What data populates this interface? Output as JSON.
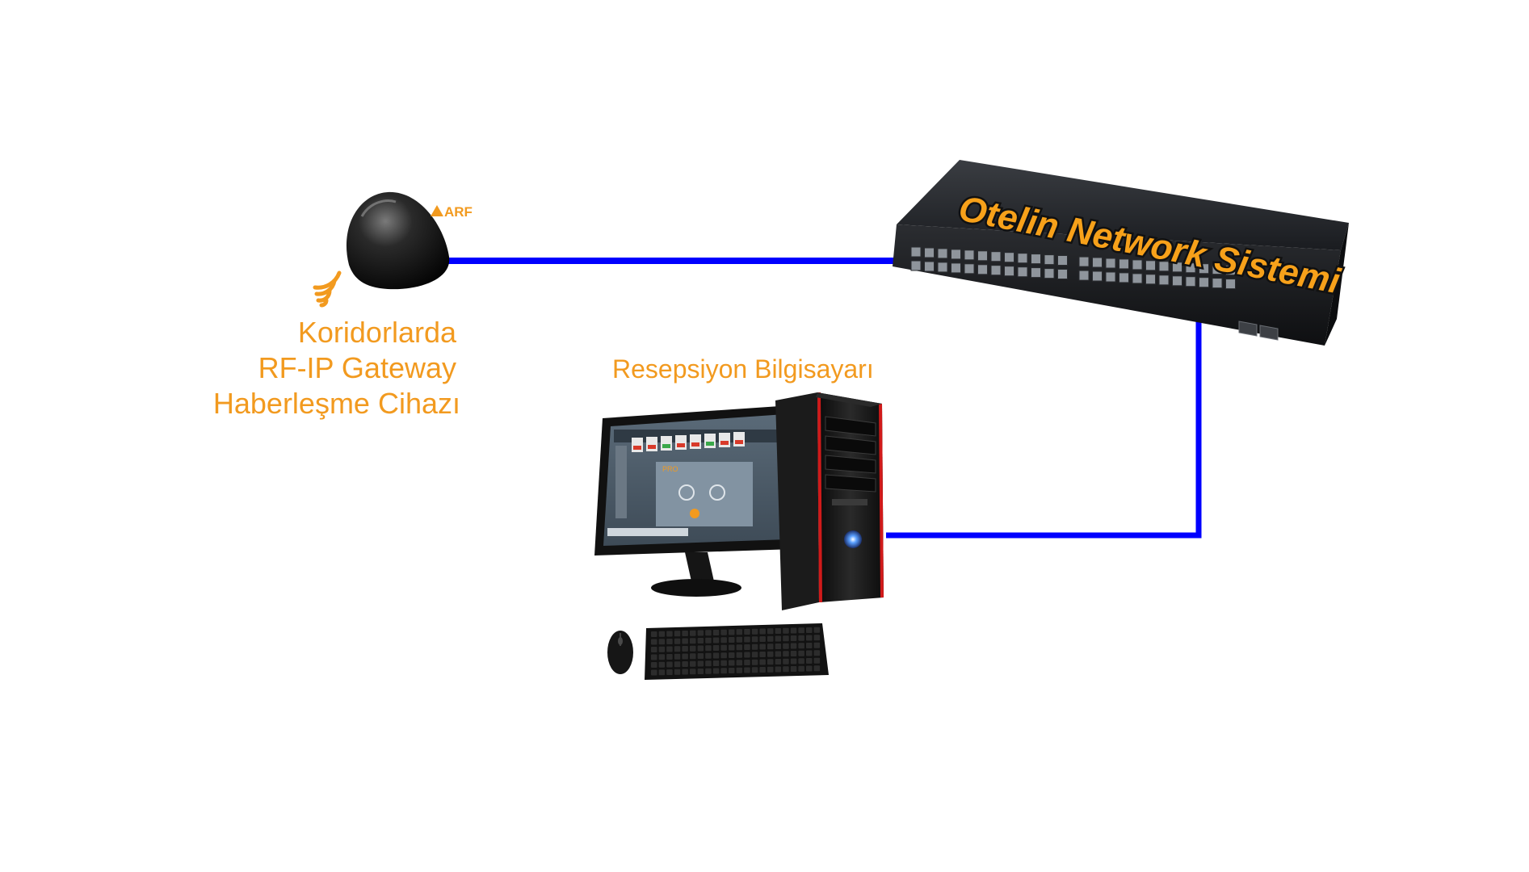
{
  "gateway": {
    "brand": "ARF",
    "label_lines": [
      "Koridorlarda",
      "RF-IP Gateway",
      "Haberleşme Cihazı"
    ]
  },
  "switch": {
    "label": "Otelin Network Sistemi"
  },
  "computer": {
    "label": "Resepsiyon Bilgisayarı",
    "screen_logo": "PRO"
  },
  "colors": {
    "label_orange": "#f29a1f",
    "cable_blue": "#0000ff",
    "device_black": "#111111",
    "case_red": "#d01a1a"
  }
}
